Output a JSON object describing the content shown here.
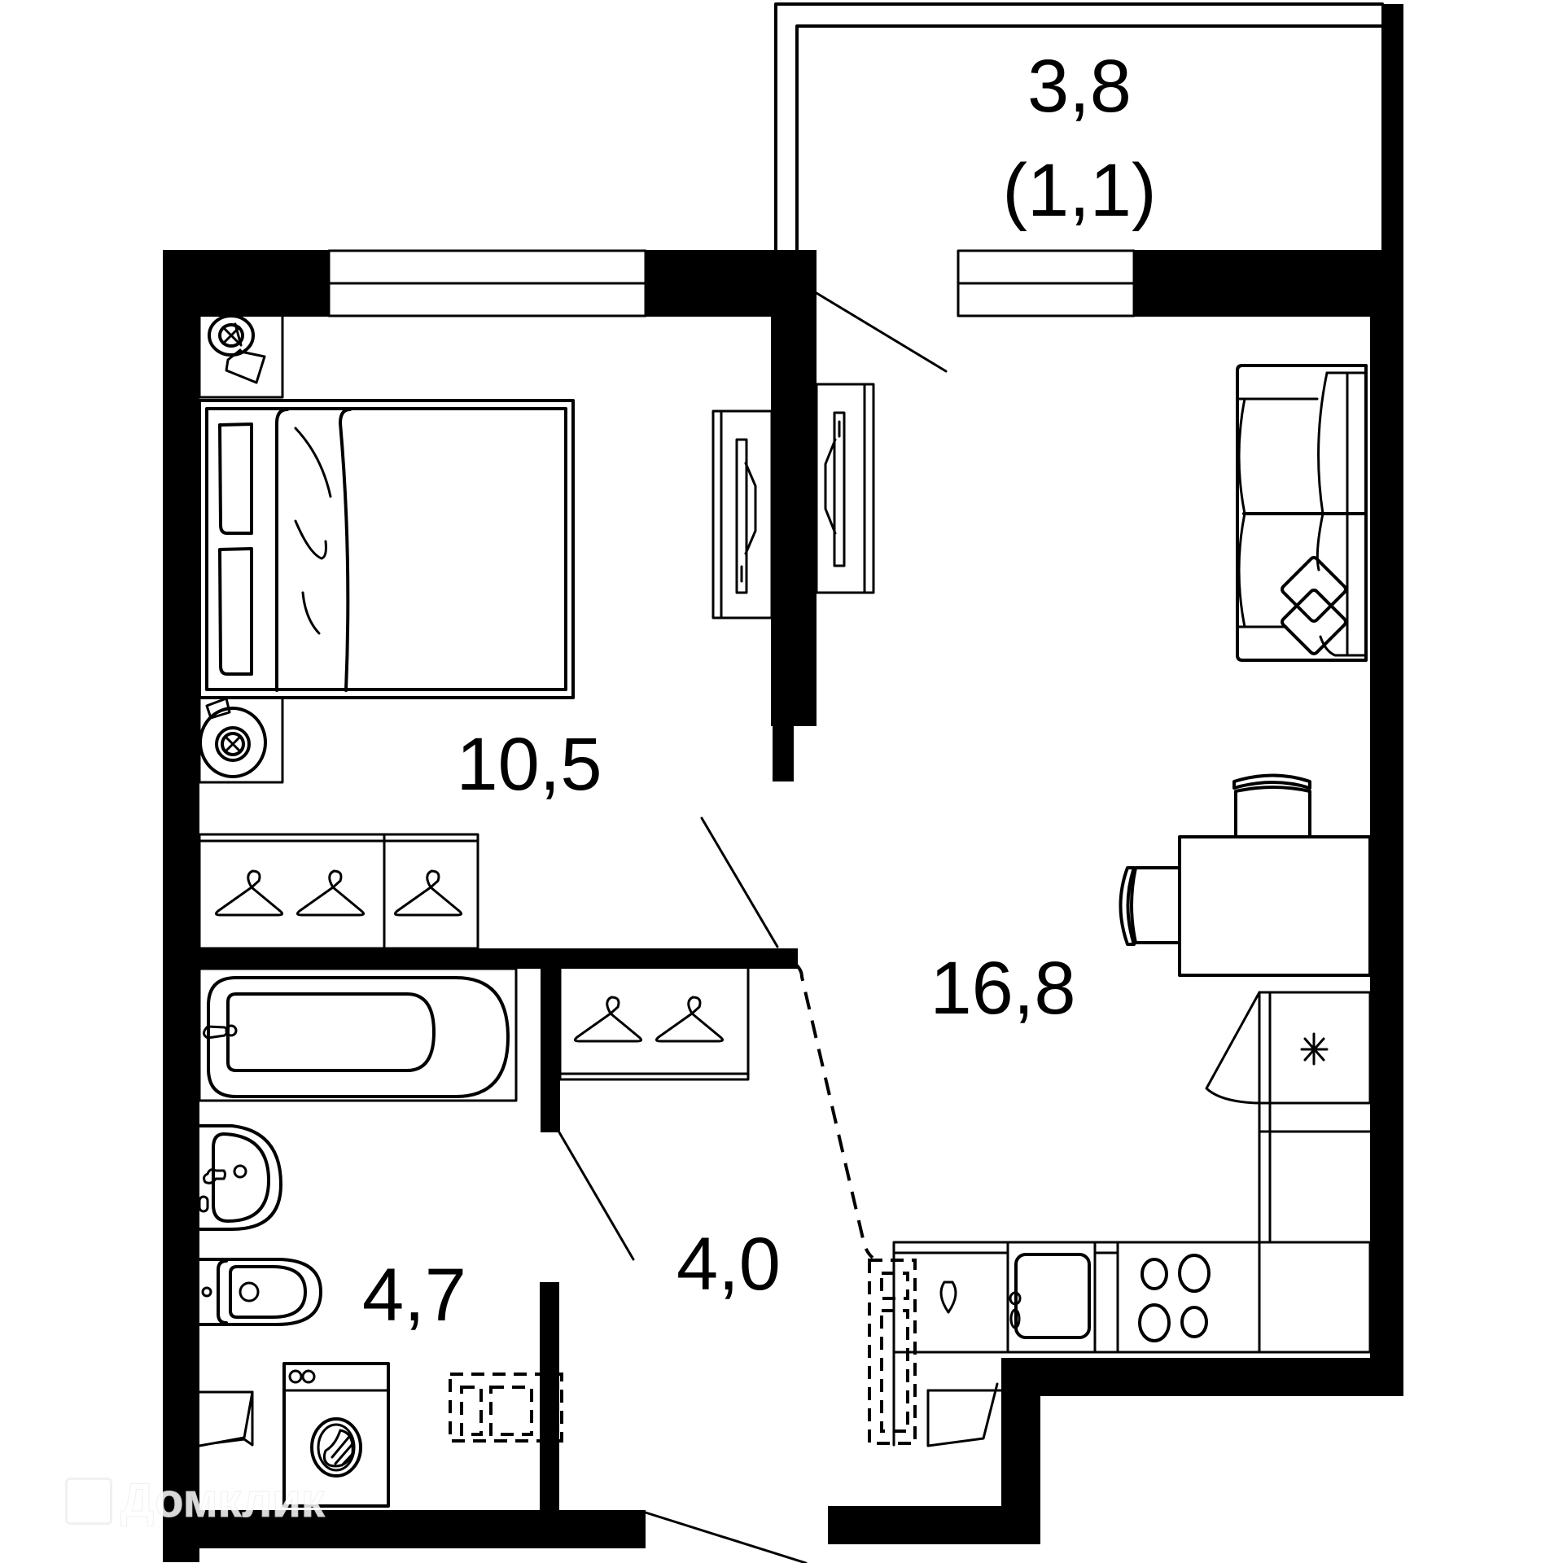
{
  "plan": {
    "type": "apartment-floor-plan",
    "rooms": [
      {
        "id": "balcony",
        "name": "balcony",
        "area": "3,8",
        "area_reduced": "(1,1)"
      },
      {
        "id": "bedroom",
        "name": "bedroom",
        "area": "10,5"
      },
      {
        "id": "living-kitchen",
        "name": "living-kitchen",
        "area": "16,8"
      },
      {
        "id": "bathroom",
        "name": "bathroom",
        "area": "4,7"
      },
      {
        "id": "hallway",
        "name": "hallway",
        "area": "4,0"
      }
    ],
    "furniture": [
      "double-bed-icon",
      "nightstand-icon",
      "nightstand-icon",
      "tv-cabinet-icon",
      "tv-cabinet-icon",
      "sofa-icon",
      "dining-table-icon",
      "chair-icon",
      "chair-icon",
      "refrigerator-icon",
      "kitchen-sink-icon",
      "cooktop-icon",
      "wardrobe-icon",
      "wardrobe-icon",
      "bathtub-icon",
      "washbasin-icon",
      "toilet-icon",
      "washing-machine-icon"
    ],
    "colors": {
      "wall": "#000000",
      "background": "#ffffff",
      "line": "#000000"
    }
  },
  "watermark": {
    "text": "Домклик"
  }
}
